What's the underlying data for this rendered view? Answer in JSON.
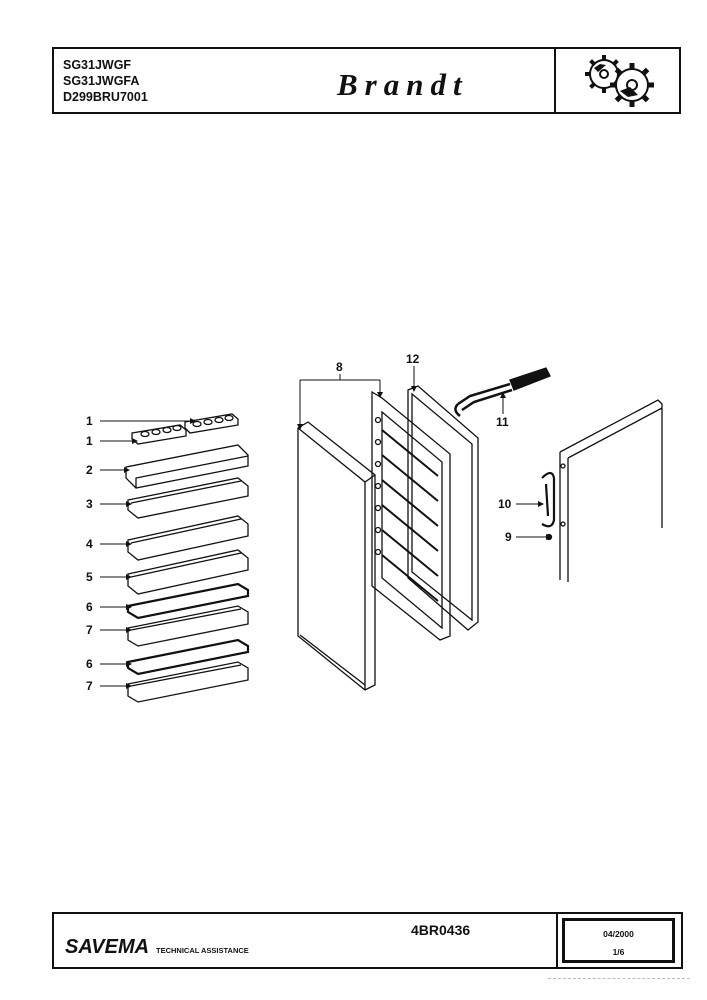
{
  "header": {
    "models": [
      "SG31JWGF",
      "SG31JWGFA",
      "D299BRU7001"
    ],
    "brand": "Brandt",
    "logo_icon": "gears-logo-icon"
  },
  "diagram": {
    "callouts": [
      {
        "id": "c1a",
        "label": "1"
      },
      {
        "id": "c1b",
        "label": "1"
      },
      {
        "id": "c2",
        "label": "2"
      },
      {
        "id": "c3",
        "label": "3"
      },
      {
        "id": "c4",
        "label": "4"
      },
      {
        "id": "c5",
        "label": "5"
      },
      {
        "id": "c6a",
        "label": "6"
      },
      {
        "id": "c7a",
        "label": "7"
      },
      {
        "id": "c6b",
        "label": "6"
      },
      {
        "id": "c7b",
        "label": "7"
      },
      {
        "id": "c8",
        "label": "8"
      },
      {
        "id": "c9",
        "label": "9"
      },
      {
        "id": "c10",
        "label": "10"
      },
      {
        "id": "c11",
        "label": "11"
      },
      {
        "id": "c12",
        "label": "12"
      }
    ]
  },
  "footer": {
    "company": "SAVEMA",
    "subtitle": "TECHNICAL ASSISTANCE",
    "reference": "4BR0436",
    "date": "04/2000",
    "page": "1/6"
  }
}
